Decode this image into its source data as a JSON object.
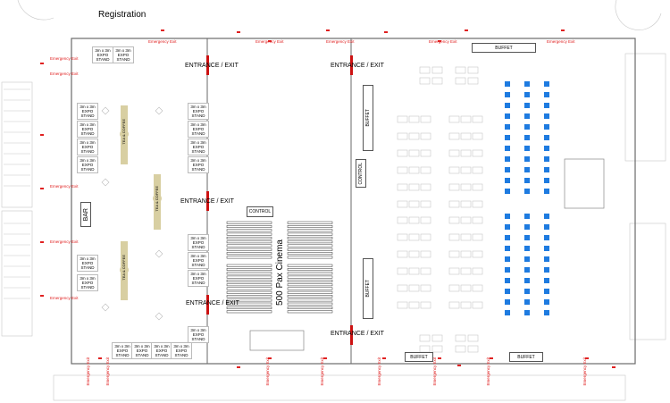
{
  "title": "Registration",
  "entrances": [
    "ENTRANCE / EXIT",
    "ENTRANCE / EXIT",
    "ENTRANCE / EXIT",
    "ENTRANCE / EXIT",
    "ENTRANCE / EXIT"
  ],
  "expo_stand": [
    "3m x 3m",
    "EXPO",
    "STAND"
  ],
  "bar": "BAR",
  "tea_coffee": "TEA & COFFEE",
  "control": "CONTROL",
  "cinema": "500 Pax Cinema",
  "buffet": "BUFFET",
  "emergency_exit": "Emergency Exit",
  "colors": {
    "wall": "#6a6a6a",
    "door": "#cc1111",
    "seat_blue": "#1e7be0",
    "emergency": "#e02020",
    "tea": "#d8cfa2"
  }
}
